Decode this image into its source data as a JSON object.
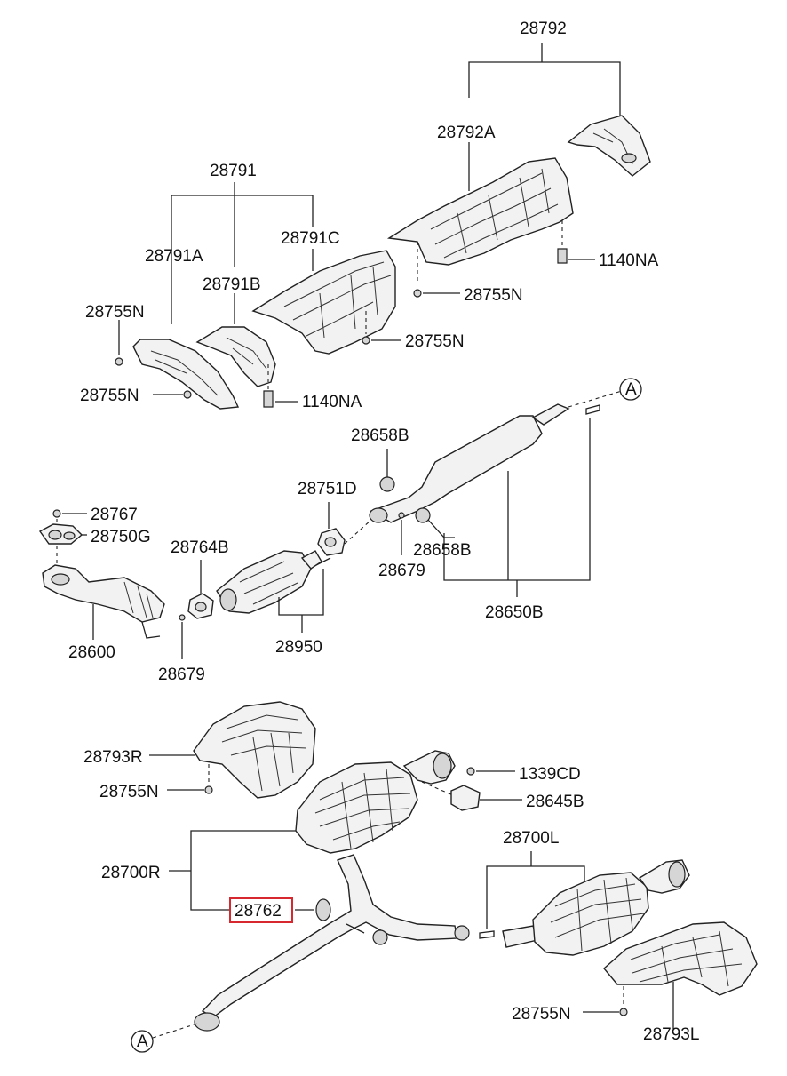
{
  "labels": {
    "l28792": "28792",
    "l28792A": "28792A",
    "l1140NA_top": "1140NA",
    "l28755N_a": "28755N",
    "l28791": "28791",
    "l28791C": "28791C",
    "l28791A": "28791A",
    "l28791B": "28791B",
    "l28755N_b": "28755N",
    "l28755N_c": "28755N",
    "l28755N_d": "28755N",
    "l1140NA_mid": "1140NA",
    "lA_top": "A",
    "l28658B_top": "28658B",
    "l28751D": "28751D",
    "l28767": "28767",
    "l28750G": "28750G",
    "l28764B": "28764B",
    "l28658B_mid": "28658B",
    "l28679_mid": "28679",
    "l28650B": "28650B",
    "l28600": "28600",
    "l28679_low": "28679",
    "l28950": "28950",
    "l28793R": "28793R",
    "l1339CD": "1339CD",
    "l28755N_e": "28755N",
    "l28645B": "28645B",
    "l28700L": "28700L",
    "l28700R": "28700R",
    "l28762": "28762",
    "l28755N_f": "28755N",
    "l28793L": "28793L",
    "lA_bottom": "A"
  },
  "highlight": {
    "color": "#d6282e",
    "target": "28762"
  }
}
